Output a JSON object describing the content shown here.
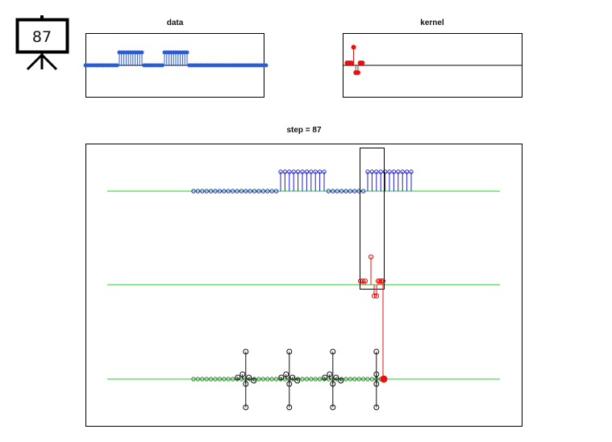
{
  "step_badge": {
    "icon": "presentation-board-icon",
    "value": "87"
  },
  "colors": {
    "data": "#1f1fd0",
    "data_fill": "#2a5bd8",
    "kernel": "#e81010",
    "result": "#111111",
    "baseline": "#1ed21e",
    "frame": "#000000"
  },
  "chart_data": [
    {
      "type": "stem",
      "title": "data",
      "x": [
        0,
        80
      ],
      "pulses": [
        [
          15,
          25
        ],
        [
          35,
          45
        ]
      ],
      "low": 0,
      "high": 1,
      "ylim": [
        -1,
        1
      ]
    },
    {
      "type": "stem",
      "title": "kernel",
      "x": [
        -1,
        10
      ],
      "values": [
        0.1,
        0.1,
        0.1,
        0.75,
        -0.3,
        -0.3,
        0.1,
        0.1
      ],
      "xlim": [
        -1,
        40
      ],
      "ylim": [
        -1,
        1
      ]
    },
    {
      "type": "stem",
      "title": "step = 87",
      "step": 87,
      "tracks": [
        "data",
        "kernel",
        "output"
      ],
      "data_pulses": [
        [
          20,
          30
        ],
        [
          40,
          50
        ]
      ],
      "data_range": [
        0,
        50
      ],
      "kernel_values": [
        0.1,
        0.1,
        0.1,
        0.75,
        -0.3,
        -0.3,
        0.1,
        0.1,
        0.1,
        0.1
      ],
      "output_range": [
        0,
        44
      ],
      "output_spikes": [
        {
          "x": 12,
          "values": [
            0.1,
            0.3,
            -0.3,
            0.1,
            -0.1
          ]
        },
        {
          "x": 22,
          "values": [
            0.1,
            0.3,
            -0.3,
            0.1,
            -0.1
          ]
        },
        {
          "x": 32,
          "values": [
            0.1,
            0.3,
            -0.3,
            0.1,
            -0.1
          ]
        },
        {
          "x": 42,
          "values": [
            0.3,
            -0.3
          ]
        }
      ],
      "current_output_x": 44
    }
  ]
}
